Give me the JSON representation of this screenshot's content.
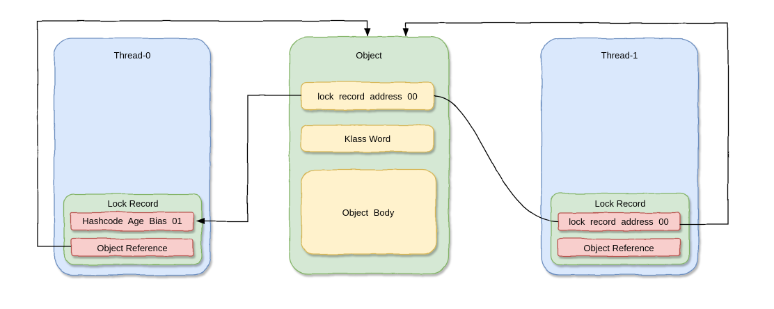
{
  "colors": {
    "thread_fill": "#dae8fc",
    "thread_stroke": "#6c8ebf",
    "green_fill": "#d5e8d4",
    "green_stroke": "#82b366",
    "yellow_fill": "#fff2cc",
    "yellow_stroke": "#d6b656",
    "pink_fill": "#f8cecc",
    "pink_stroke": "#b85450",
    "connector": "#000000"
  },
  "thread0": {
    "title": "Thread-0",
    "lock_record": {
      "title": "Lock Record",
      "mark_word": "Hashcode Age Bias 01",
      "object_reference": "Object Reference"
    }
  },
  "object": {
    "title": "Object",
    "mark_word": "lock record address 00",
    "klass_word": "Klass Word",
    "body": "Object Body"
  },
  "thread1": {
    "title": "Thread-1",
    "lock_record": {
      "title": "Lock Record",
      "lock_record_address": "lock record address 00",
      "object_reference": "Object Reference"
    }
  }
}
